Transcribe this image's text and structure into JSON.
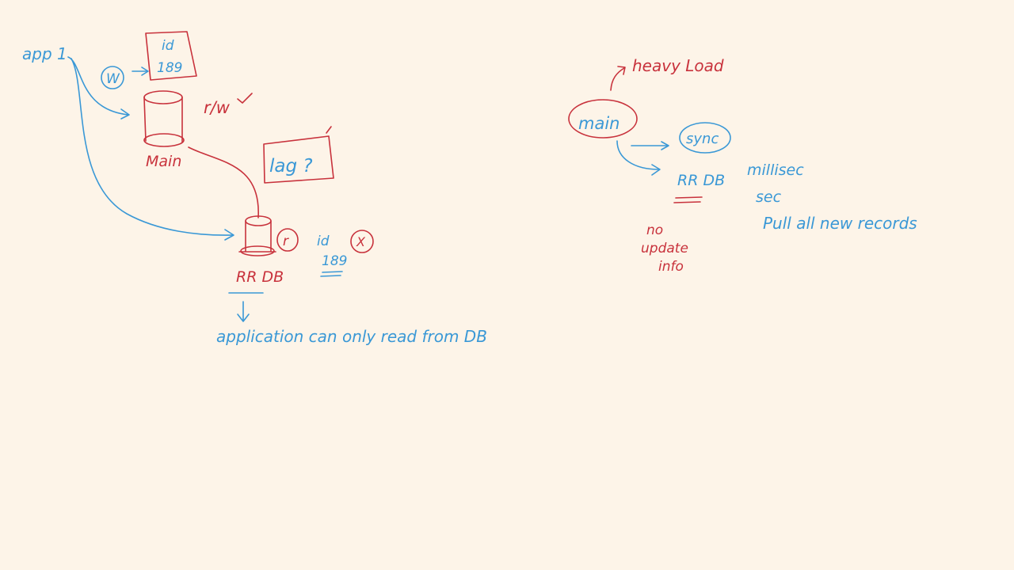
{
  "left_diagram": {
    "app_label": "app 1",
    "write_marker": "W",
    "record": {
      "field": "id",
      "value": "189"
    },
    "main_db_label": "Main",
    "main_db_mode": "r/w",
    "lag_note": "lag ?",
    "replica_db_label": "RR DB",
    "replica_read_marker": "r",
    "replica_record": {
      "field": "id",
      "value": "189"
    },
    "replica_write_marker": "X",
    "read_only_note": "application can only read from DB"
  },
  "right_diagram": {
    "heavy_load_note": "heavy Load",
    "main_label": "main",
    "sync_label": "sync",
    "replica_label": "RR DB",
    "timing_millisec": "millisec",
    "timing_sec": "sec",
    "pull_note": "Pull all new records",
    "no_update_line1": "no",
    "no_update_line2": "update",
    "no_update_line3": "info"
  },
  "colors": {
    "background": "#fdf4e8",
    "blue_ink": "#3a98d6",
    "red_ink": "#c8323c"
  }
}
